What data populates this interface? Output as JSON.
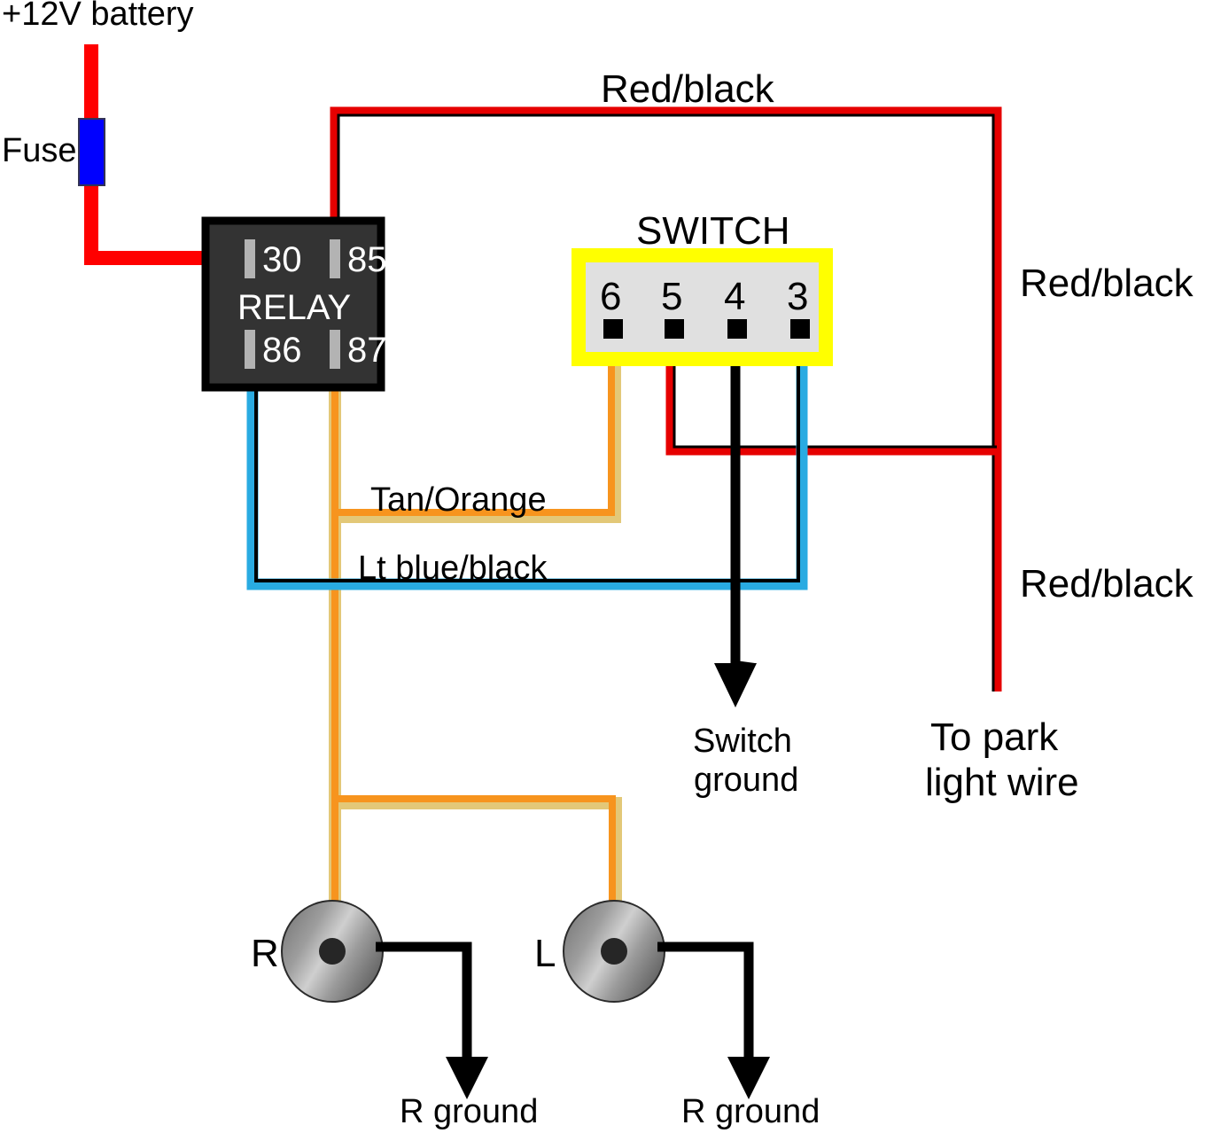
{
  "diagram": {
    "title": "Fog light relay and switch wiring diagram",
    "background_color": "#ffffff"
  },
  "labels": {
    "battery": "+12V battery",
    "fuse": "Fuse",
    "red_black_top": "Red/black",
    "red_black_right_upper": "Red/black",
    "red_black_right_lower": "Red/black",
    "switch_title": "SWITCH",
    "relay_title": "RELAY",
    "tan_orange": "Tan/Orange",
    "lt_blue_black": "Lt blue/black",
    "switch_ground_line1": "Switch",
    "switch_ground_line2": "ground",
    "to_park_line1": "To park",
    "to_park_line2": "light wire",
    "lamp_right": "R",
    "lamp_left": "L",
    "ground_right": "R ground",
    "ground_left": "R ground"
  },
  "relay": {
    "name": "RELAY",
    "body_color": "#333333",
    "border_color": "#000000",
    "terminal_color": "#b3b3b3",
    "pins": [
      {
        "label": "30",
        "position": "top-left"
      },
      {
        "label": "85",
        "position": "top-right"
      },
      {
        "label": "86",
        "position": "bottom-left"
      },
      {
        "label": "87",
        "position": "bottom-right"
      }
    ]
  },
  "switch": {
    "name": "SWITCH",
    "border_color": "#ffff00",
    "body_color": "#e0e0e0",
    "terminal_color": "#000000",
    "pins": [
      {
        "label": "6",
        "wire": "Tan/Orange"
      },
      {
        "label": "5",
        "wire": "Red/black"
      },
      {
        "label": "4",
        "wire": "Black (switch ground)"
      },
      {
        "label": "3",
        "wire": "Lt blue/black"
      }
    ]
  },
  "fuse": {
    "label": "Fuse",
    "color": "#0000ff",
    "border_color": "#1a1a66"
  },
  "wires": [
    {
      "name": "battery-feed",
      "label": "+12V battery",
      "color": "#ff0000",
      "stripe": null,
      "from": "+12V battery",
      "to": "Relay pin 30"
    },
    {
      "name": "red-black-top",
      "label": "Red/black",
      "color": "#e60000",
      "stripe": "#000000",
      "from": "Relay pin 85",
      "to": "Park light wire / Switch pin 5"
    },
    {
      "name": "red-black-right",
      "label": "Red/black",
      "color": "#e60000",
      "stripe": "#000000",
      "from": "Top run",
      "to": "To park light wire"
    },
    {
      "name": "tan-orange",
      "label": "Tan/Orange",
      "color": "#f7941e",
      "stripe": "#e3c878",
      "from": "Relay pin 87",
      "to": "Switch pin 6 and lamps R / L"
    },
    {
      "name": "lt-blue-black",
      "label": "Lt blue/black",
      "color": "#29abe2",
      "stripe": "#000000",
      "from": "Relay pin 86",
      "to": "Switch pin 3"
    },
    {
      "name": "switch-ground",
      "label": "Switch ground",
      "color": "#000000",
      "stripe": null,
      "from": "Switch pin 4",
      "to": "Switch ground"
    },
    {
      "name": "lamp-r-ground",
      "label": "R ground",
      "color": "#000000",
      "stripe": null,
      "from": "Lamp R",
      "to": "R ground"
    },
    {
      "name": "lamp-l-ground",
      "label": "R ground",
      "color": "#000000",
      "stripe": null,
      "from": "Lamp L",
      "to": "R ground"
    }
  ],
  "lamps": [
    {
      "label": "R",
      "side": "right-fog-lamp"
    },
    {
      "label": "L",
      "side": "left-fog-lamp"
    }
  ],
  "colors": {
    "red": "#ff0000",
    "red_wire": "#e60000",
    "black": "#000000",
    "orange": "#f7941e",
    "tan": "#e3c878",
    "light_blue": "#29abe2",
    "yellow": "#ffff00",
    "switch_body": "#e0e0e0",
    "relay_body": "#333333",
    "fuse_blue": "#0000ff",
    "lamp_dark": "#4d4d4d",
    "lamp_light": "#d9d9d9"
  }
}
